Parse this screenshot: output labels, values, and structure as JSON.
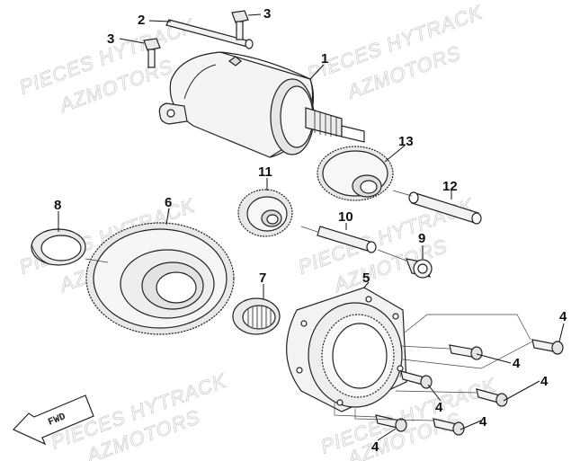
{
  "diagram": {
    "callouts": {
      "c1": "1",
      "c2": "2",
      "c3a": "3",
      "c3b": "3",
      "c4a": "4",
      "c4b": "4",
      "c4c": "4",
      "c4d": "4",
      "c4e": "4",
      "c4f": "4",
      "c5": "5",
      "c6": "6",
      "c7": "7",
      "c8": "8",
      "c9": "9",
      "c10": "10",
      "c11": "11",
      "c12": "12",
      "c13": "13"
    },
    "direction_label": "FWD",
    "watermarks": [
      "PIECES HYTRACK",
      "AZMOTORS"
    ]
  }
}
